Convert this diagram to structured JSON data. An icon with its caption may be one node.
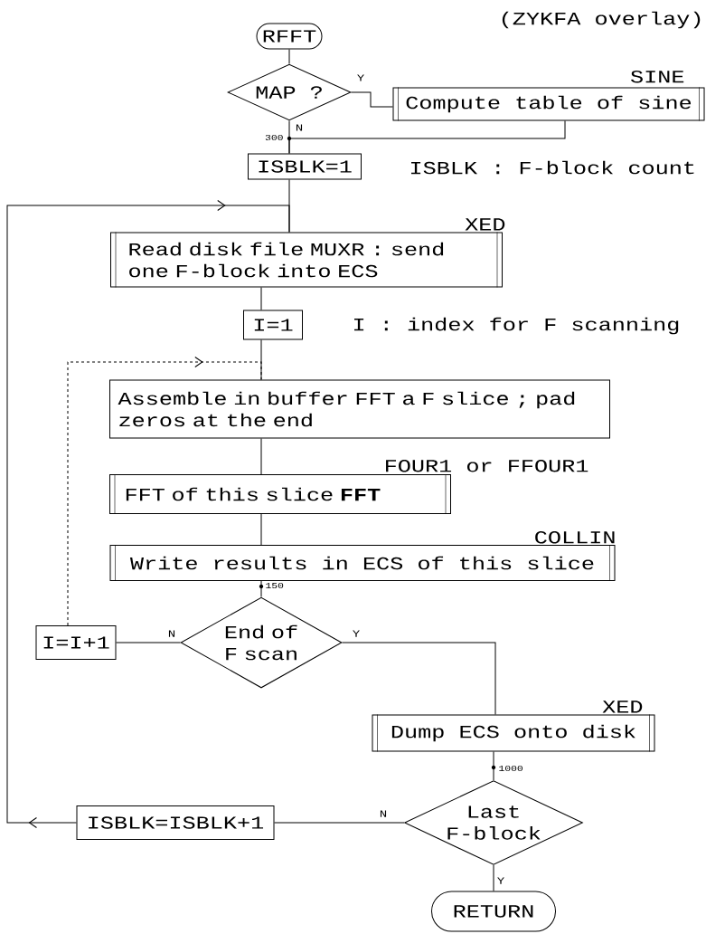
{
  "diagram": {
    "nodes": [
      {
        "text": [
          "RFFT"
        ]
      },
      {
        "text": [
          "MAP ?"
        ]
      },
      {
        "text": [
          "Compute table of sine"
        ],
        "beside": [
          "SINE"
        ]
      },
      {
        "text": [
          "ISBLK=1"
        ]
      },
      {
        "text": [
          "Read disk file MUXR : send one F-block into ECS"
        ],
        "beside": [
          "XED"
        ]
      },
      {
        "text": [
          "I=1"
        ]
      },
      {
        "text": [
          "Assemble in buffer FFT a F slice ; pad zeros at the end"
        ]
      },
      {
        "text": [
          "FFT of this slice **FFT**"
        ],
        "beside": [
          "FOUR1 or FFOUR1"
        ]
      },
      {
        "text": [
          "Write results in ECS of this slice"
        ],
        "beside": [
          "COLLIN"
        ]
      },
      {
        "text": [
          "End of F scan"
        ]
      },
      {
        "text": [
          "I=I+1"
        ]
      },
      {
        "text": [
          "Dump ECS onto disk"
        ],
        "beside": [
          "XED"
        ]
      },
      {
        "text": [
          "Last F-block"
        ]
      },
      {
        "text": [
          "ISBLK=ISBLK+1"
        ]
      },
      {
        "text": [
          "RETURN"
        ]
      }
    ],
    "edges": [
      {
        "from": 0,
        "to": 1,
        "arrow": "none"
      },
      {
        "from": 1,
        "to": 2,
        "arrow": "none",
        "label": "Y"
      },
      {
        "from": 1,
        "to": 3,
        "arrow": "none",
        "label": "N"
      },
      {
        "from": 2,
        "to": 3,
        "arrow": "none"
      },
      {
        "from": 3,
        "to": 4,
        "arrow": "none"
      },
      {
        "from": 4,
        "to": 5,
        "arrow": "none"
      },
      {
        "from": 5,
        "to": 6,
        "arrow": "none"
      },
      {
        "from": 6,
        "to": 7,
        "arrow": "none"
      },
      {
        "from": 7,
        "to": 8,
        "arrow": "none"
      },
      {
        "from": 8,
        "to": 9,
        "arrow": "none"
      },
      {
        "from": 9,
        "to": 10,
        "arrow": "none",
        "label": "N"
      },
      {
        "from": 9,
        "to": 11,
        "arrow": "none",
        "label": "Y"
      },
      {
        "from": 10,
        "to": 6,
        "arrow": "to",
        "style": "dashed"
      },
      {
        "from": 11,
        "to": 12,
        "arrow": "none"
      },
      {
        "from": 12,
        "to": 13,
        "arrow": "none",
        "label": "N"
      },
      {
        "from": 12,
        "to": 14,
        "arrow": "none",
        "label": "Y"
      },
      {
        "from": 13,
        "to": 4,
        "arrow": "to"
      }
    ],
    "labels": [
      "(ZYKFA overlay)",
      "ISBLK : F-block count",
      "I : index for F scanning",
      "300",
      "150",
      "1000"
    ]
  }
}
